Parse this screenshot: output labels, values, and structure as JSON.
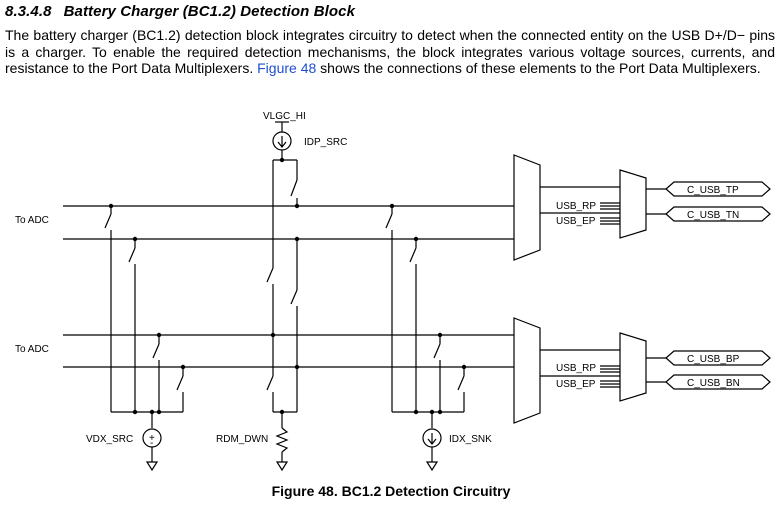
{
  "section": {
    "number": "8.3.4.8",
    "title": "Battery Charger (BC1.2) Detection Block"
  },
  "paragraph": {
    "before_link": "The battery charger (BC1.2) detection block integrates circuitry to detect when the connected entity on the USB D+/D− pins is a charger. To enable the required detection mechanisms, the block integrates various voltage sources, currents, and resistance to the Port Data Multiplexers.",
    "link": "Figure 48",
    "after_link": "shows the connections of these elements to the Port Data Multiplexers."
  },
  "diagram": {
    "labels": {
      "vlgc_hi": "VLGC_HI",
      "idp_src": "IDP_SRC",
      "to_adc_top": "To ADC",
      "to_adc_bottom": "To ADC",
      "vdx_src": "VDX_SRC",
      "rdm_dwn": "RDM_DWN",
      "idx_snk": "IDX_SNK",
      "usb_rp_top": "USB_RP",
      "usb_ep_top": "USB_EP",
      "usb_rp_bottom": "USB_RP",
      "usb_ep_bottom": "USB_EP"
    },
    "ports": {
      "tp": "C_USB_TP",
      "tn": "C_USB_TN",
      "bp": "C_USB_BP",
      "bn": "C_USB_BN"
    }
  },
  "caption": "Figure 48.  BC1.2 Detection Circuitry"
}
